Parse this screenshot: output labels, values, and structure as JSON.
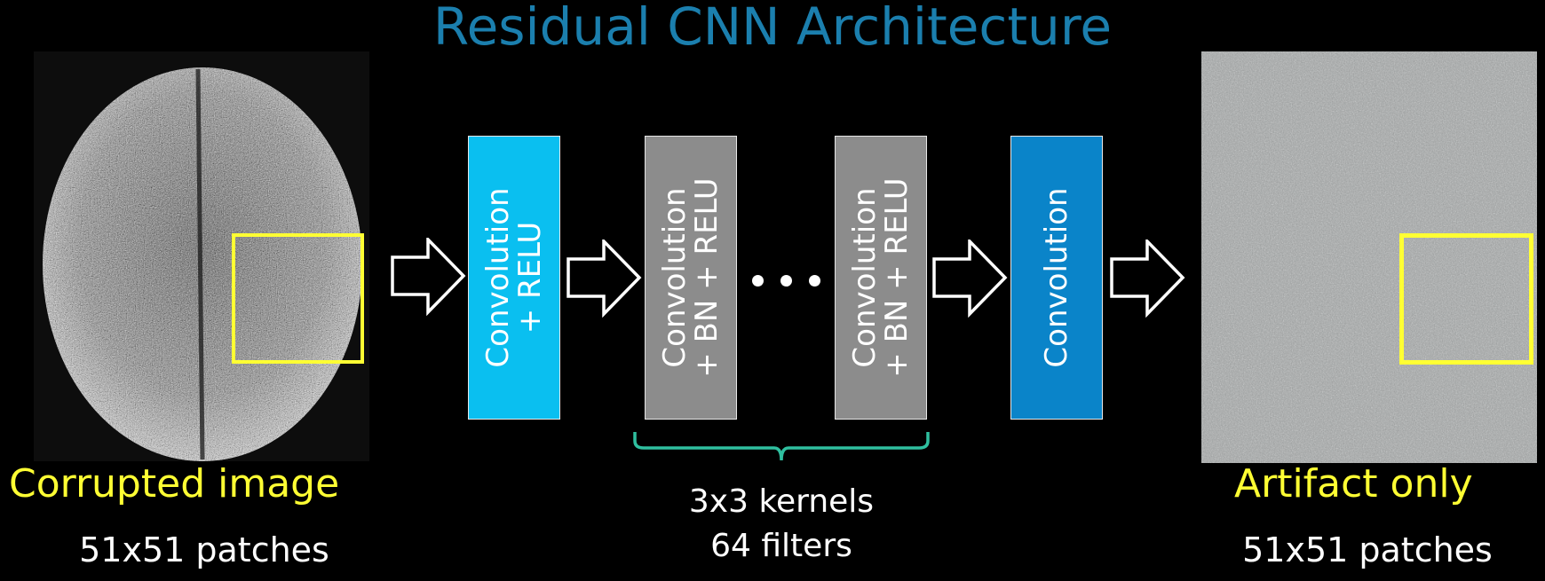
{
  "title": "Residual CNN Architecture",
  "colors": {
    "title": "#1b7fae",
    "first_layer": "#0abff0",
    "middle_layer": "#8c8c8c",
    "last_layer": "#0a84c9",
    "highlight_box": "#ffff33",
    "brace": "#2fbf9f",
    "background": "#000000"
  },
  "input": {
    "caption": "Corrupted image",
    "subcaption": "51x51 patches",
    "image_description": "noisy axial brain MRI slice"
  },
  "output": {
    "caption": "Artifact only",
    "subcaption": "51x51 patches",
    "image_description": "gray residual artifact map"
  },
  "layers": [
    {
      "line1": "Convolution",
      "line2": "+ RELU"
    },
    {
      "line1": "Convolution",
      "line2": "+ BN + RELU"
    },
    {
      "line1": "Convolution",
      "line2": "+ BN + RELU"
    },
    {
      "line1": "Convolution",
      "line2": ""
    }
  ],
  "ellipsis": "...",
  "brace_label": {
    "line1": "3x3 kernels",
    "line2": "64 filters"
  }
}
